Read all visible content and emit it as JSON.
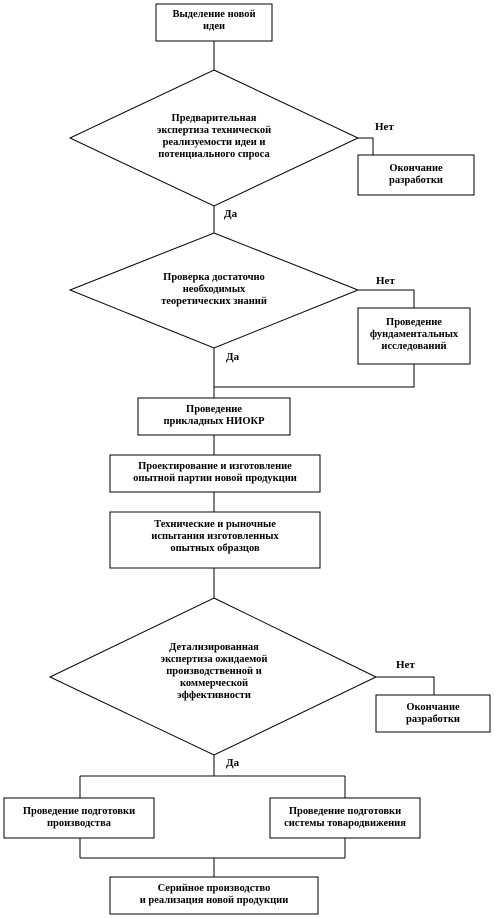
{
  "nodes": {
    "start": "Выделение новой\nидеи",
    "decision1": "Предварительная\nэкспертиза технической\nреализуемости идеи и\nпотенциального спроса",
    "end1": "Окончание\nразработки",
    "decision2": "Проверка достаточно\nнеобходимых\nтеоретических знаний",
    "fundamental": "Проведение\nфундаментальных\nисследований",
    "applied": "Проведение\nприкладных НИОКР",
    "prototype": "Проектирование и изготовление\nопытной партии новой продукции",
    "testing": "Технические и рыночные\nиспытания изготовленных\nопытных образцов",
    "decision3": "Детализированная\nэкспертиза ожидаемой\nпроизводственной и\nкоммерческой\nэффективности",
    "end2": "Окончание\nразработки",
    "production_prep": "Проведение подготовки\nпроизводства",
    "distribution_prep": "Проведение подготовки\nсистемы товародвижения",
    "serial": "Серийное производство\nи реализация новой продукции"
  },
  "labels": {
    "yes1": "Да",
    "no1": "Нет",
    "yes2": "Да",
    "no2": "Нет",
    "yes3": "Да",
    "no3": "Нет"
  }
}
